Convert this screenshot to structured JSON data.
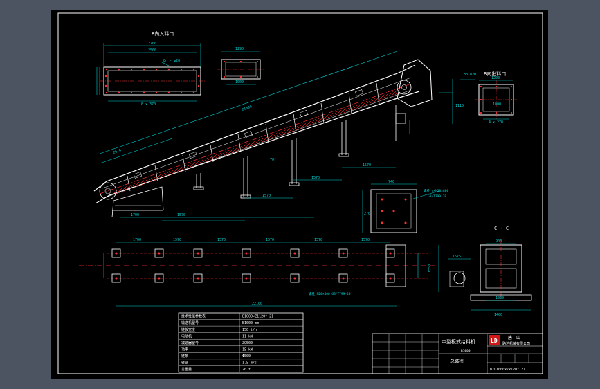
{
  "colors": {
    "background": "#4d5461",
    "sheet": "#000000",
    "line": "#ffffff",
    "dimension": "#00d4d4",
    "center_line": "#ff3030",
    "hatch": "#ff3030",
    "accent": "#d01818"
  },
  "views": {
    "inlet_title": "8向入料口",
    "outlet_title": "B向出料口",
    "section_title": "C - C"
  },
  "dims": {
    "inlet_width": "2700",
    "inlet_inner": "2500",
    "inlet_note": "8n - φ20",
    "inlet_bottom": "6 × 370",
    "inlet_side_top": "1290",
    "inlet_side_bottom": "1000",
    "outlet_note": "8n-φ20",
    "outlet_top": "1200",
    "outlet_inner": "1000",
    "outlet_bottom": "4 × 270",
    "length_main": "21890",
    "length_lower": "2670",
    "height_right": "1110",
    "dim_1700": "1700",
    "dim_1570": "1570",
    "angle_note": "70°",
    "base_dim_1": "1700",
    "base_dim_2": "1570",
    "base_total": "22100",
    "base_note": "螺栓 M20×400 GB/T799-40",
    "detail_top": "740",
    "detail_side": "270",
    "detail_note_1": "螺栓 4×M20×800",
    "detail_note_2": "GB/T799-78",
    "section_width": "1400",
    "section_inner": "1000",
    "section_top": "900",
    "section_side": "1575",
    "section_height": "1550"
  },
  "tech_table": {
    "rows": [
      {
        "left": "技术性能参数表",
        "right": "B1000×Z1120° 21"
      },
      {
        "left": "输送机型号",
        "right": "B1000 mm"
      },
      {
        "left": "链板宽度",
        "right": "150 t/h"
      },
      {
        "left": "电动机",
        "right": "11 kW"
      },
      {
        "left": "减速器型号",
        "right": "ZQ500"
      },
      {
        "left": "功率",
        "right": "15 kW"
      },
      {
        "left": "链条",
        "right": "Φ500"
      },
      {
        "left": "转速",
        "right": "1.5 m/s"
      },
      {
        "left": "总重量",
        "right": "20 t"
      }
    ]
  },
  "title_block": {
    "company_line1": "唐　山",
    "company_line2": "路达机械有限公司",
    "logo_text": "LD",
    "drawing_name": "中型板式给料机",
    "sheet_name": "总装图",
    "drawing_number": "B1000",
    "model_code": "BZL1000×Zx120° 21"
  }
}
